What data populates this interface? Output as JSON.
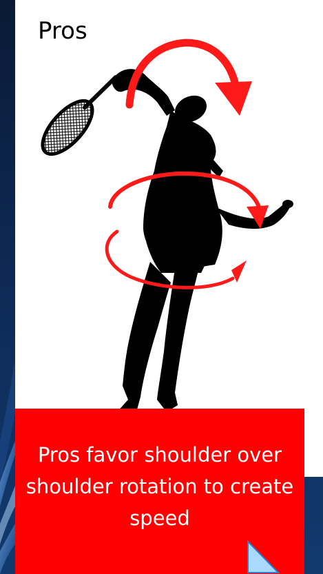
{
  "slide": {
    "panel_title": "Pros",
    "caption": "Pros favor shoulder over shoulder rotation to create speed"
  },
  "colors": {
    "background": "#0b1f40",
    "panel": "#ffffff",
    "arrow": "#ff1a1a",
    "caption_box": "#ff0000",
    "caption_text": "#ffffff",
    "silhouette": "#000000"
  },
  "icons": {
    "player": "tennis-player-silhouette",
    "racket": "tennis-racket",
    "cursor": "pointer-cursor"
  }
}
